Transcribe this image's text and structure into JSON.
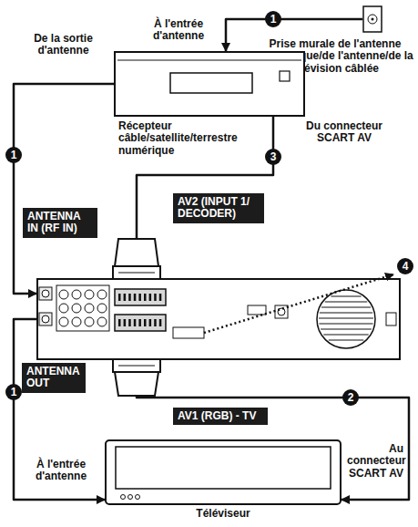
{
  "diagram": {
    "nodes": [
      {
        "text": [
          "Prise murale de l'antenne parabolique/de l'antenne/de la télévision câblée"
        ]
      },
      {
        "text": [
          "Récepteur câble/satellite/terrestre numérique"
        ]
      },
      {
        "text": []
      },
      {
        "text": [
          "Téléviseur"
        ]
      }
    ],
    "edges": [
      {
        "from": 0,
        "to": 1,
        "arrow": "to",
        "label": "1"
      },
      {
        "from": 1,
        "to": 2,
        "arrow": "to",
        "label": "1"
      },
      {
        "from": 2,
        "to": 3,
        "arrow": "to",
        "label": "1"
      },
      {
        "from": 1,
        "to": 2,
        "arrow": "none",
        "label": "3"
      },
      {
        "from": 2,
        "to": 3,
        "arrow": "to",
        "label": "2"
      }
    ],
    "labels": [
      "À l'entrée d'antenne",
      "De la sortie d'antenne",
      "Du connecteur SCART AV",
      "ANTENNA IN (RF IN)",
      "AV2 (INPUT 1/ DECODER)",
      "ANTENNA OUT",
      "AV1 (RGB) - TV",
      "À l'entrée d'antenne",
      "Au connecteur SCART AV",
      "4"
    ]
  }
}
